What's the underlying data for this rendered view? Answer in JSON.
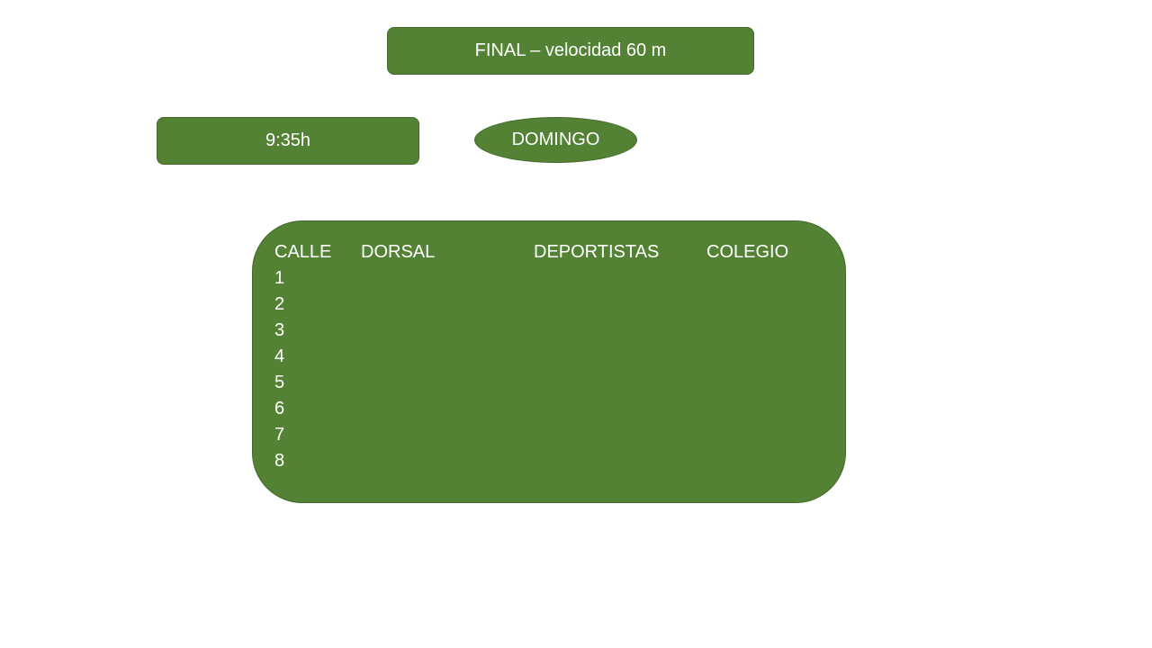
{
  "slide": {
    "title": "FINAL – velocidad  60 m",
    "time": "9:35h",
    "day": "DOMINGO"
  },
  "table": {
    "headers": {
      "calle": "CALLE",
      "dorsal": "DORSAL",
      "deportistas": "DEPORTISTAS",
      "colegio": "COLEGIO"
    },
    "lanes": [
      "1",
      "2",
      "3",
      "4",
      "5",
      "6",
      "7",
      "8"
    ]
  },
  "colors": {
    "fill": "#548235",
    "border": "#41682a",
    "text": "#ffffff"
  }
}
